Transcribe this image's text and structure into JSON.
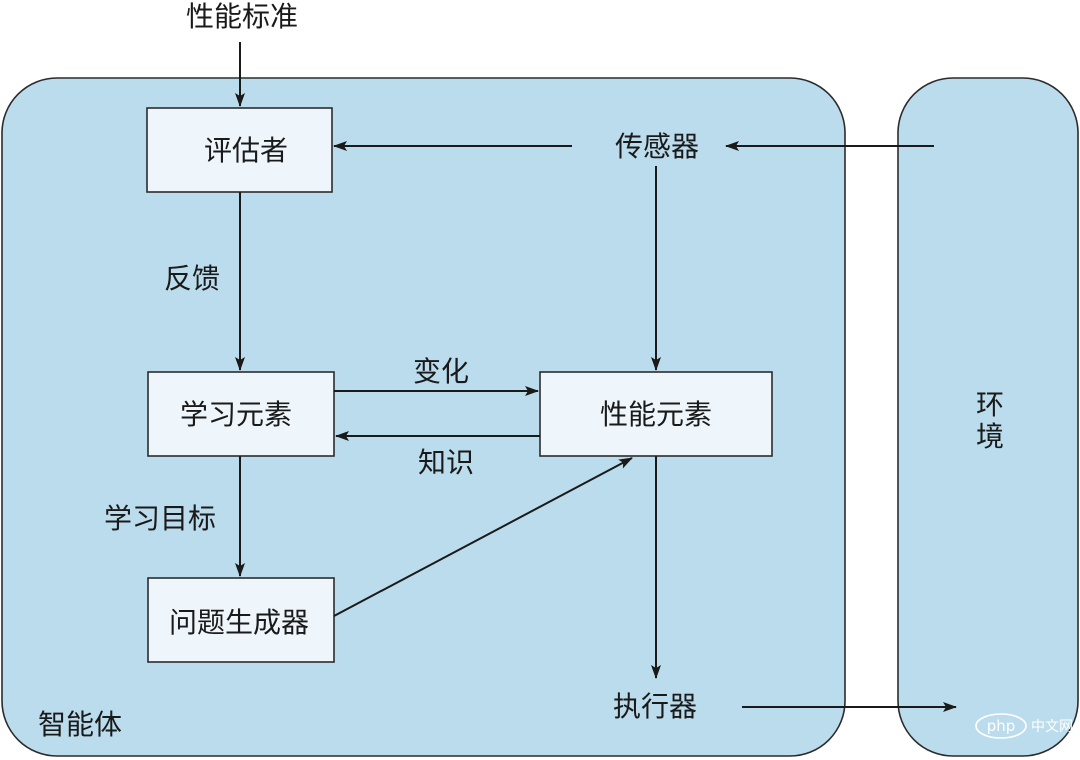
{
  "diagram": {
    "top_input": "性能标准",
    "agent_label": "智能体",
    "environment_label_line1": "环",
    "environment_label_line2": "境",
    "nodes": {
      "critic": "评估者",
      "sensors": "传感器",
      "learning_element": "学习元素",
      "performance_element": "性能元素",
      "problem_generator": "问题生成器",
      "actuators": "执行器"
    },
    "edges": {
      "feedback": "反馈",
      "changes": "变化",
      "knowledge": "知识",
      "learning_goals": "学习目标"
    }
  },
  "watermark": {
    "logo_text": "php",
    "site_text": "中文网"
  },
  "colors": {
    "region_fill": "#bbdcec",
    "box_fill": "#eef6fb",
    "stroke": "#2b2b2b"
  }
}
